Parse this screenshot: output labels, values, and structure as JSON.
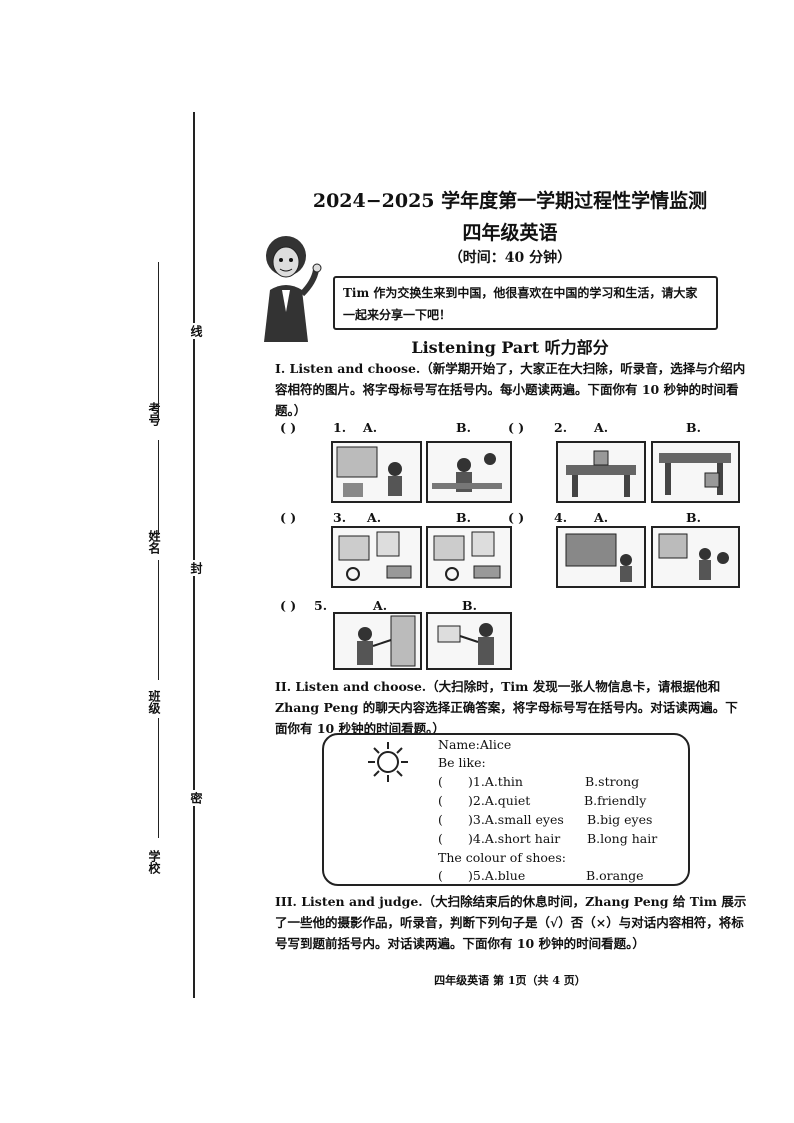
{
  "binding": {
    "line_char": "线",
    "seal_char": "封",
    "secret_char": "密",
    "exam_no_label": "考号",
    "name_label": "姓名",
    "class_label": "班级",
    "school_label": "学校"
  },
  "header": {
    "title": "2024−2025 学年度第一学期过程性学情监测",
    "subtitle": "四年级英语",
    "time": "（时间：40 分钟）"
  },
  "intro": {
    "speech": "Tim 作为交换生来到中国，他很喜欢在中国的学习和生活，请大家一起来分享一下吧！"
  },
  "listening": {
    "title": "Listening Part  听力部分"
  },
  "section1": {
    "instruction": "I. Listen and choose.（新学期开始了，大家正在大扫除，听录音，选择与介绍内容相符的图片。将字母标号写在括号内。每小题读两遍。下面你有 10 秒钟的时间看题。）",
    "paren": "(        )",
    "questions": [
      {
        "num": "1.",
        "a": "A.",
        "b": "B."
      },
      {
        "num": "2.",
        "a": "A.",
        "b": "B."
      },
      {
        "num": "3.",
        "a": "A.",
        "b": "B."
      },
      {
        "num": "4.",
        "a": "A.",
        "b": "B."
      },
      {
        "num": "5.",
        "a": "A.",
        "b": "B."
      }
    ]
  },
  "section2": {
    "instruction": "II. Listen and choose.（大扫除时，Tim 发现一张人物信息卡，请根据他和 Zhang Peng 的聊天内容选择正确答案，将字母标号写在括号内。对话读两遍。下面你有 10 秒钟的时间看题。）",
    "card": {
      "name": "Name:Alice",
      "be_like": "Be like:",
      "items": [
        {
          "paren": "(",
          "a": ")1.A.thin",
          "b": "B.strong"
        },
        {
          "paren": "(",
          "a": ")2.A.quiet",
          "b": "B.friendly"
        },
        {
          "paren": "(",
          "a": ")3.A.small eyes",
          "b": "B.big eyes"
        },
        {
          "paren": "(",
          "a": ")4.A.short hair",
          "b": "B.long hair"
        }
      ],
      "shoes_label": "The colour of shoes:",
      "item5": {
        "paren": "(",
        "a": ")5.A.blue",
        "b": "B.orange"
      }
    }
  },
  "section3": {
    "instruction": "III. Listen and judge.（大扫除结束后的休息时间，Zhang Peng 给 Tim 展示了一些他的摄影作品，听录音，判断下列句子是（√）否（×）与对话内容相符，将标号写到题前括号内。对话读两遍。下面你有 10 秒钟的时间看题。）"
  },
  "footer": {
    "text": "四年级英语   第 1页（共 4 页）"
  }
}
